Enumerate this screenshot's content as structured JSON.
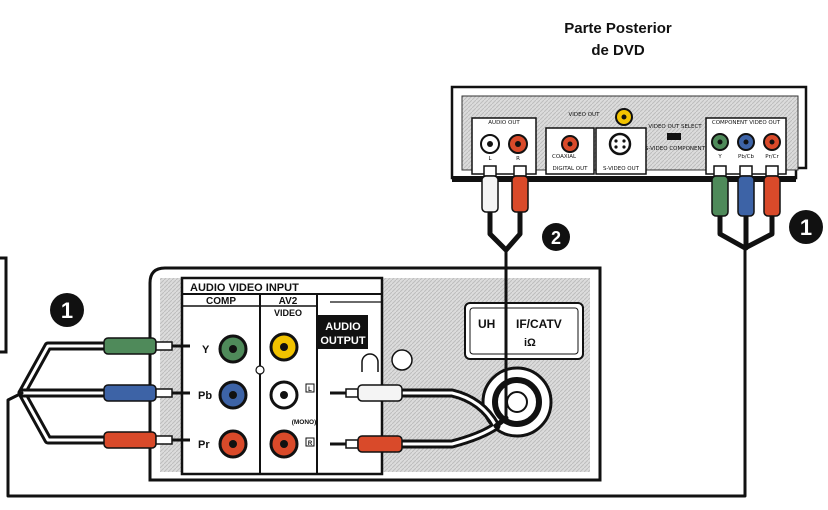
{
  "title": {
    "line1": "Parte Posterior",
    "line2": "de DVD"
  },
  "markers": {
    "one": "1",
    "two": "2"
  },
  "dvd": {
    "audio_out": "AUDIO OUT",
    "l": "L",
    "r": "R",
    "video_out": "VIDEO OUT",
    "coaxial": "COAXIAL",
    "digital_out": "DIGITAL OUT",
    "s_video_out": "S-VIDEO OUT",
    "switch_top": "VIDEO OUT SELECT",
    "switch_bottom": "S-VIDEO  COMPONENT",
    "component_video_out": "COMPONENT VIDEO OUT",
    "y": "Y",
    "pb": "Pb/Cb",
    "pr": "Pr/Cr"
  },
  "tv": {
    "panel_title": "AUDIO VIDEO INPUT",
    "comp": "COMP",
    "av2": "AV2",
    "video": "VIDEO",
    "audio_output_1": "AUDIO",
    "audio_output_2": "OUTPUT",
    "mono": "(MONO)",
    "jack_l": "L",
    "jack_r": "R",
    "y": "Y",
    "pb": "Pb",
    "pr": "Pr",
    "antenna_1": "UH",
    "antenna_2": "IF/CATV",
    "antenna_3": "iΩ"
  },
  "colors": {
    "green": "#4f8a5a",
    "blue": "#3d63a6",
    "red": "#d94a2a",
    "yellow": "#f2c300",
    "white": "#f4f4f4",
    "panel": "#e6e6e6",
    "cable": "#111111"
  }
}
